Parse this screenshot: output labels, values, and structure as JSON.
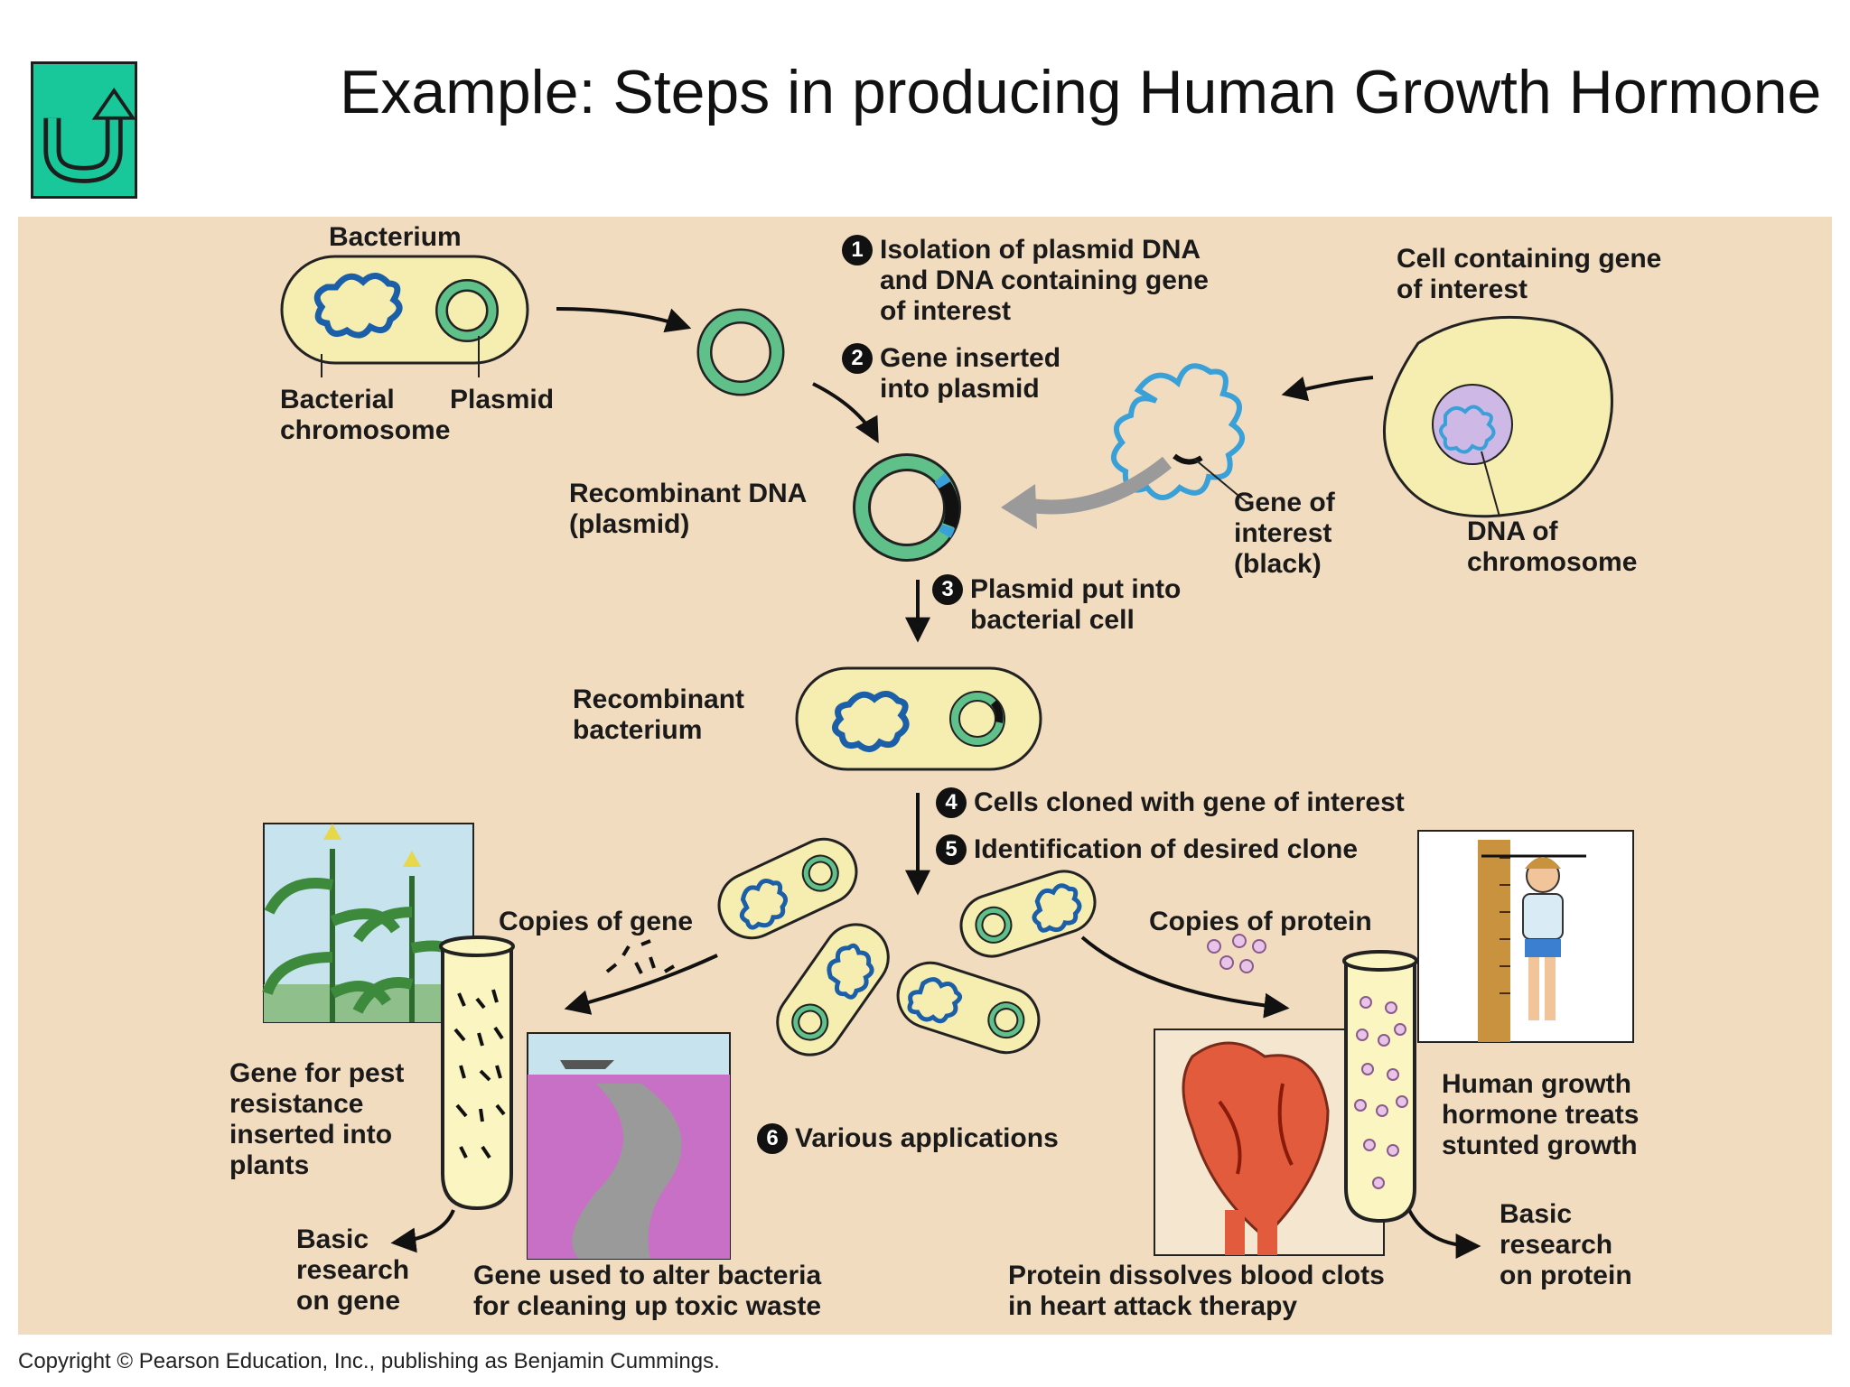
{
  "slide": {
    "title": "Example: Steps in producing Human Growth Hormone",
    "back_icon": "u-turn-arrow-icon",
    "back_color": "#18c79a",
    "copyright": "Copyright © Pearson Education, Inc., publishing as Benjamin Cummings."
  },
  "diagram": {
    "background": "#f2dcbf",
    "labels": {
      "bacterium": "Bacterium",
      "bacterial_chromosome": "Bacterial\nchromosome",
      "plasmid": "Plasmid",
      "cell_gene": "Cell containing gene\nof interest",
      "dna_chromosome": "DNA of\nchromosome",
      "gene_black": "Gene of\ninterest\n(black)",
      "recombinant_dna": "Recombinant DNA\n(plasmid)",
      "recombinant_bacterium": "Recombinant\nbacterium",
      "copies_gene": "Copies of gene",
      "copies_protein": "Copies of protein",
      "pest": "Gene for pest\nresistance\ninserted into\nplants",
      "basic_gene": "Basic\nresearch\non gene",
      "toxic": "Gene used to alter bacteria\nfor cleaning up toxic waste",
      "blood": "Protein dissolves blood clots\nin heart attack therapy",
      "hgh": "Human growth\nhormone treats\nstunted growth",
      "basic_protein": "Basic\nresearch\non protein"
    },
    "steps": [
      {
        "num": "1",
        "text": "Isolation of plasmid DNA\nand DNA containing gene\nof interest"
      },
      {
        "num": "2",
        "text": "Gene inserted\ninto plasmid"
      },
      {
        "num": "3",
        "text": "Plasmid put into\nbacterial cell"
      },
      {
        "num": "4",
        "text": "Cells cloned with gene of interest"
      },
      {
        "num": "5",
        "text": "Identification of desired clone"
      },
      {
        "num": "6",
        "text": "Various applications"
      }
    ]
  }
}
